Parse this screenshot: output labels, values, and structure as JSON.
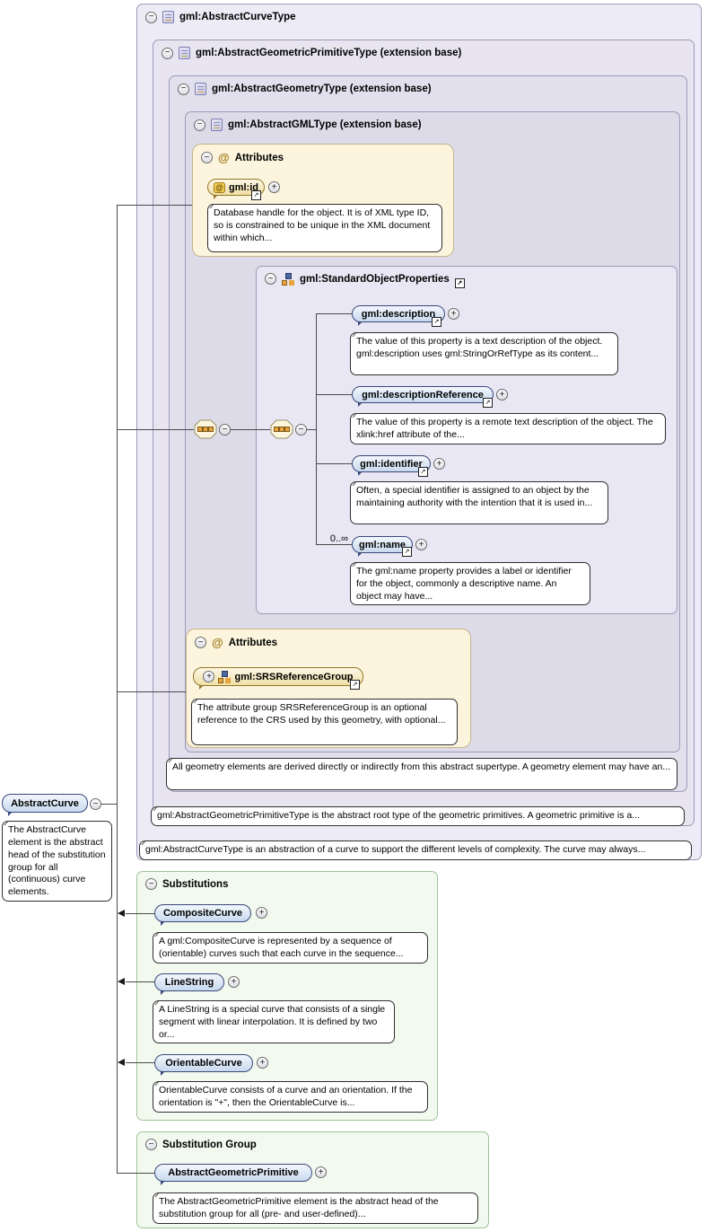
{
  "colors": {
    "frame_purple_1": "#edebf6",
    "frame_purple_2": "#e8e5f1",
    "frame_purple_3": "#e3e0ed",
    "frame_purple_4": "#dedbe9",
    "frame_purple_border": "#9d99b9",
    "sop_fill": "#eae7f4",
    "attr_fill": "#fcf4dd",
    "attr_border": "#c2b58b",
    "green_fill": "#f2faef",
    "green_border": "#9fc498",
    "badge_blue_light": "#f2f7fd",
    "badge_blue_dark": "#c8d9ee",
    "badge_border": "#3a477a",
    "attr_badge_light": "#fdf8e6",
    "attr_badge_dark": "#f0dfa6",
    "attr_badge_border": "#927929",
    "note_border": "#2f2f2f",
    "line": "#4a4a4a"
  },
  "icons": {
    "collapse": "−",
    "expand": "+",
    "link": "↗",
    "attribute": "@"
  },
  "root_element": {
    "name": "AbstractCurve",
    "annotation": "The AbstractCurve element is the abstract head of the substitution group for all (continuous) curve elements."
  },
  "types": {
    "abstract_curve_type": {
      "label": "gml:AbstractCurveType",
      "annotation": "gml:AbstractCurveType is an abstraction of a curve to support the different levels of complexity. The curve may always..."
    },
    "abstract_geometric_primitive_type": {
      "label": "gml:AbstractGeometricPrimitiveType (extension base)",
      "annotation": "gml:AbstractGeometricPrimitiveType is the abstract root type of the geometric primitives. A geometric primitive is a..."
    },
    "abstract_geometry_type": {
      "label": "gml:AbstractGeometryType (extension base)",
      "annotation": "All geometry elements are derived directly or indirectly from this abstract supertype. A geometry element may have an..."
    },
    "abstract_gml_type": {
      "label": "gml:AbstractGMLType (extension base)"
    }
  },
  "attributes_top": {
    "header": "Attributes",
    "attribute": {
      "name": "gml:id",
      "annotation": "Database handle for the object. It is of XML type ID, so is constrained to be unique in the XML document within which..."
    }
  },
  "standard_object_properties": {
    "label": "gml:StandardObjectProperties",
    "elements": [
      {
        "name": "gml:description",
        "annotation": "The value of this property is a text description of the object. gml:description uses gml:StringOrRefType as its content..."
      },
      {
        "name": "gml:descriptionReference",
        "annotation": "The value of this property is a remote text description of the object. The xlink:href attribute of the..."
      },
      {
        "name": "gml:identifier",
        "annotation": "Often, a special identifier is assigned to an object by the maintaining authority with the intention that it is used in..."
      },
      {
        "name": "gml:name",
        "cardinality": "0..∞",
        "annotation": "The gml:name property provides a label or identifier for the object, commonly a descriptive name. An object may have..."
      }
    ]
  },
  "attributes_bottom": {
    "header": "Attributes",
    "group": {
      "name": "gml:SRSReferenceGroup",
      "annotation": "The attribute group SRSReferenceGroup is an optional reference to the CRS used by this geometry, with optional..."
    }
  },
  "substitutions": {
    "header": "Substitutions",
    "items": [
      {
        "name": "CompositeCurve",
        "annotation": "A gml:CompositeCurve is represented by a sequence of (orientable) curves such that each curve in the sequence..."
      },
      {
        "name": "LineString",
        "annotation": "A LineString is a special curve that consists of a single segment with linear interpolation. It is defined by two or..."
      },
      {
        "name": "OrientableCurve",
        "annotation": "OrientableCurve consists of a curve and an orientation. If the orientation is \"+\", then the OrientableCurve is..."
      }
    ]
  },
  "substitution_group": {
    "header": "Substitution Group",
    "item": {
      "name": "AbstractGeometricPrimitive",
      "annotation": "The AbstractGeometricPrimitive element is the abstract head of the substitution group for all (pre- and user-defined)..."
    }
  }
}
